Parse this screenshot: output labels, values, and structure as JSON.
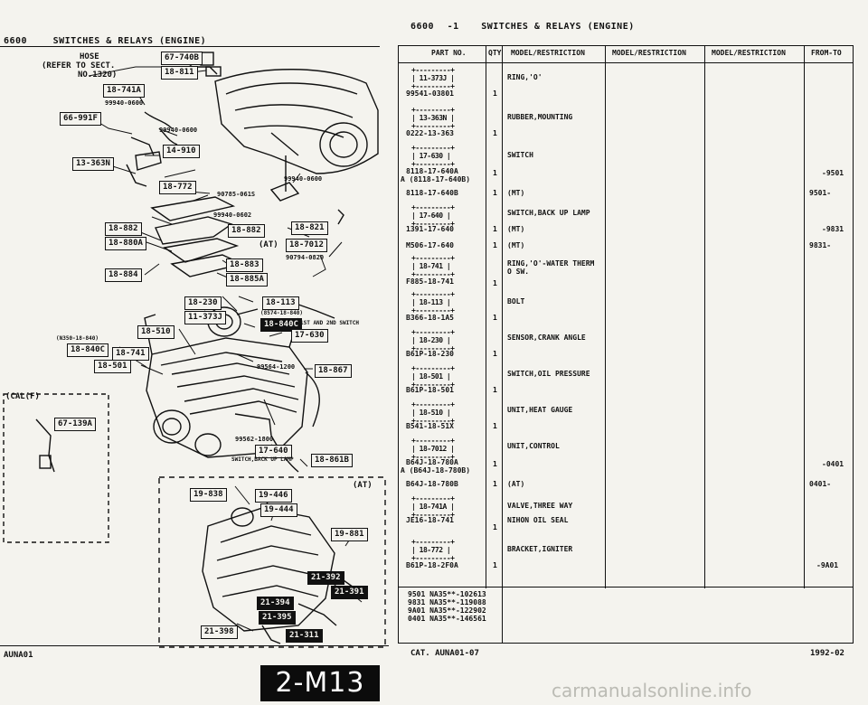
{
  "left_page": {
    "header_code": "6600",
    "header_title": "SWITCHES & RELAYS (ENGINE)",
    "footer_left": "AUNA01",
    "note_hose": [
      "HOSE",
      "(REFER TO SECT.",
      "NO.1320)"
    ],
    "callouts": [
      {
        "id": "c1",
        "text": "67-740B"
      },
      {
        "id": "c2",
        "text": "18-811"
      },
      {
        "id": "c3",
        "text": "18-741A"
      },
      {
        "id": "c4",
        "text": "66-991F"
      },
      {
        "id": "c5",
        "text": "14-910"
      },
      {
        "id": "c6",
        "text": "13-363N"
      },
      {
        "id": "c7",
        "text": "18-772"
      },
      {
        "id": "c8",
        "text": "18-882"
      },
      {
        "id": "c9",
        "text": "18-880A"
      },
      {
        "id": "c10",
        "text": "18-884"
      },
      {
        "id": "c11",
        "text": "18-882"
      },
      {
        "id": "c12",
        "text": "18-821"
      },
      {
        "id": "c13",
        "text": "18-7012"
      },
      {
        "id": "c14",
        "text": "18-883"
      },
      {
        "id": "c15",
        "text": "18-885A"
      },
      {
        "id": "c16",
        "text": "18-230"
      },
      {
        "id": "c17",
        "text": "11-373J"
      },
      {
        "id": "c18",
        "text": "18-113"
      },
      {
        "id": "c19",
        "text": "18-840C"
      },
      {
        "id": "c20",
        "text": "17-630"
      },
      {
        "id": "c21",
        "text": "18-510"
      },
      {
        "id": "c22",
        "text": "18-840C"
      },
      {
        "id": "c23",
        "text": "18-741"
      },
      {
        "id": "c24",
        "text": "18-501"
      },
      {
        "id": "c25",
        "text": "18-867"
      },
      {
        "id": "c26",
        "text": "17-640"
      },
      {
        "id": "c27",
        "text": "18-861B"
      },
      {
        "id": "c28",
        "text": "67-139A"
      },
      {
        "id": "c29",
        "text": "19-838"
      },
      {
        "id": "c30",
        "text": "19-446"
      },
      {
        "id": "c31",
        "text": "19-444"
      },
      {
        "id": "c32",
        "text": "19-881"
      },
      {
        "id": "c33",
        "text": "21-392"
      },
      {
        "id": "c34",
        "text": "21-391"
      },
      {
        "id": "c35",
        "text": "21-394"
      },
      {
        "id": "c36",
        "text": "21-395"
      },
      {
        "id": "c37",
        "text": "21-398"
      },
      {
        "id": "c38",
        "text": "21-311"
      }
    ],
    "part_labels": [
      {
        "id": "p1",
        "text": "99940-0600"
      },
      {
        "id": "p2",
        "text": "99940-0600"
      },
      {
        "id": "p3",
        "text": "99940-0600"
      },
      {
        "id": "p4",
        "text": "90785-061S"
      },
      {
        "id": "p5",
        "text": "99940-0602"
      },
      {
        "id": "p6",
        "text": "90794-0820"
      },
      {
        "id": "p7",
        "text": "99564-1200"
      },
      {
        "id": "p8",
        "text": "99562-1800"
      }
    ],
    "notes": {
      "at_mid": "(AT)",
      "at_box": "(AT)",
      "cal": "(CAL(F)",
      "sw_1st": "1ST AND 2ND SWITCH",
      "sw_1st_code": "(8574-18-840)",
      "n350": "(N350-18-840)",
      "backup": "SWITCH,BACK UP LAMP"
    }
  },
  "right_page": {
    "header_code": "6600",
    "header_sub": "-1",
    "header_title": "SWITCHES & RELAYS (ENGINE)",
    "footer_left": "CAT. AUNA01-07",
    "footer_right": "1992-02",
    "columns": [
      "PART NO.",
      "QTY",
      "MODEL/RESTRICTION",
      "MODEL/RESTRICTION",
      "MODEL/RESTRICTION",
      "FROM-TO"
    ],
    "groups": [
      {
        "ref": "11-373J",
        "rows": [
          {
            "pn": "99541-03801",
            "qty": "1",
            "desc": "RING,'O'",
            "from": ""
          }
        ]
      },
      {
        "ref": "13-363N",
        "rows": [
          {
            "pn": "0222-13-363",
            "qty": "1",
            "desc": "RUBBER,MOUNTING",
            "from": ""
          }
        ]
      },
      {
        "ref": "17-630",
        "rows": [
          {
            "pn": "8118-17-640A",
            "pn2": "A (8118-17-640B)",
            "qty": "1",
            "desc": "SWITCH",
            "from": "-9501"
          },
          {
            "pn": "8118-17-640B",
            "qty": "1",
            "desc": "(MT)",
            "from": "9501-"
          }
        ]
      },
      {
        "ref": "17-640",
        "rows": [
          {
            "pn": "1391-17-640",
            "qty": "1",
            "desc": "SWITCH,BACK UP LAMP",
            "desc2": "(MT)",
            "from": "-9831"
          },
          {
            "pn": "M506-17-640",
            "qty": "1",
            "desc": "(MT)",
            "from": "9831-"
          }
        ]
      },
      {
        "ref": "18-741",
        "rows": [
          {
            "pn": "F885-18-741",
            "qty": "1",
            "desc": "RING,'O'-WATER THERM",
            "desc2": "O SW.",
            "from": ""
          }
        ]
      },
      {
        "ref": "18-113",
        "rows": [
          {
            "pn": "B366-18-1A5",
            "qty": "1",
            "desc": "BOLT",
            "from": ""
          }
        ]
      },
      {
        "ref": "18-230",
        "rows": [
          {
            "pn": "B61P-18-230",
            "qty": "1",
            "desc": "SENSOR,CRANK ANGLE",
            "from": ""
          }
        ]
      },
      {
        "ref": "18-501",
        "rows": [
          {
            "pn": "B61P-18-501",
            "qty": "1",
            "desc": "SWITCH,OIL PRESSURE",
            "from": ""
          }
        ]
      },
      {
        "ref": "18-510",
        "rows": [
          {
            "pn": "B541-18-51X",
            "qty": "1",
            "desc": "UNIT,HEAT GAUGE",
            "from": ""
          }
        ]
      },
      {
        "ref": "18-7012",
        "rows": [
          {
            "pn": "B64J-18-780A",
            "pn2": "A (B64J-18-780B)",
            "qty": "1",
            "desc": "UNIT,CONTROL",
            "from": "-0401"
          },
          {
            "pn": "B64J-18-780B",
            "qty": "1",
            "desc": "(AT)",
            "from": "0401-"
          }
        ]
      },
      {
        "ref": "18-741A",
        "rows": [
          {
            "pn": "JE16-18-741",
            "qty": "1",
            "desc": "VALVE,THREE WAY",
            "desc2": "NIHON OIL SEAL",
            "from": ""
          }
        ]
      },
      {
        "ref": "18-772",
        "rows": [
          {
            "pn": "B61P-18-2F0A",
            "qty": "1",
            "desc": "BRACKET,IGNITER",
            "from": "-9A01"
          }
        ]
      }
    ],
    "footnotes": [
      "9501 NA35**-102613",
      "9831 NA35**-119088",
      "9A01 NA35**-122902",
      "0401 NA35**-146561"
    ]
  },
  "page_badge": "2-M13",
  "watermark": "carmanualsonline.info"
}
